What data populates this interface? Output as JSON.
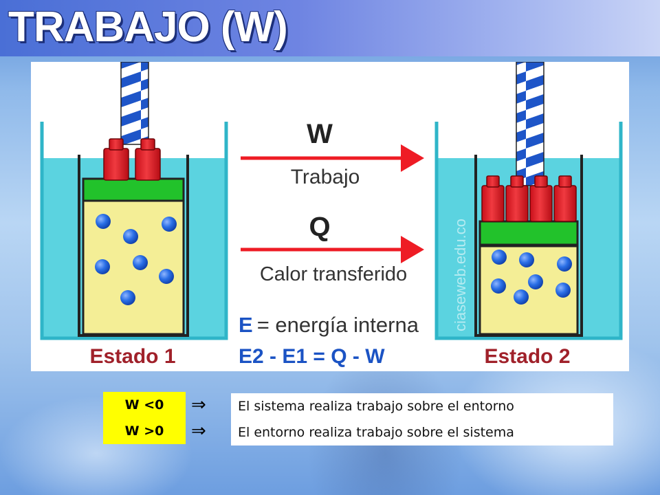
{
  "title": "TRABAJO (W)",
  "figure": {
    "arrow1": {
      "symbol": "W",
      "label": "Trabajo"
    },
    "arrow2": {
      "symbol": "Q",
      "label": "Calor transferido"
    },
    "equation1": {
      "symbol": "E",
      "rest": "= energía interna"
    },
    "equation2": "E2 - E1 = Q - W",
    "state1": "Estado 1",
    "state2": "Estado 2",
    "watermark": "ciaseweb.edu.co"
  },
  "rules": [
    {
      "condition": "W <0",
      "arrow": "⇒",
      "description": "El sistema realiza trabajo sobre el entorno"
    },
    {
      "condition": "W >0",
      "arrow": "⇒",
      "description": "El entorno realiza trabajo sobre el sistema"
    }
  ],
  "colors": {
    "water": "#5bd3e0",
    "gas": "#f4ee96",
    "piston": "#22c22b",
    "weight": "#e0121b",
    "molecule": "#1e63d6",
    "arrow": "#ee1c25",
    "label_red": "#a0212a",
    "eq_blue": "#1b53c4"
  }
}
